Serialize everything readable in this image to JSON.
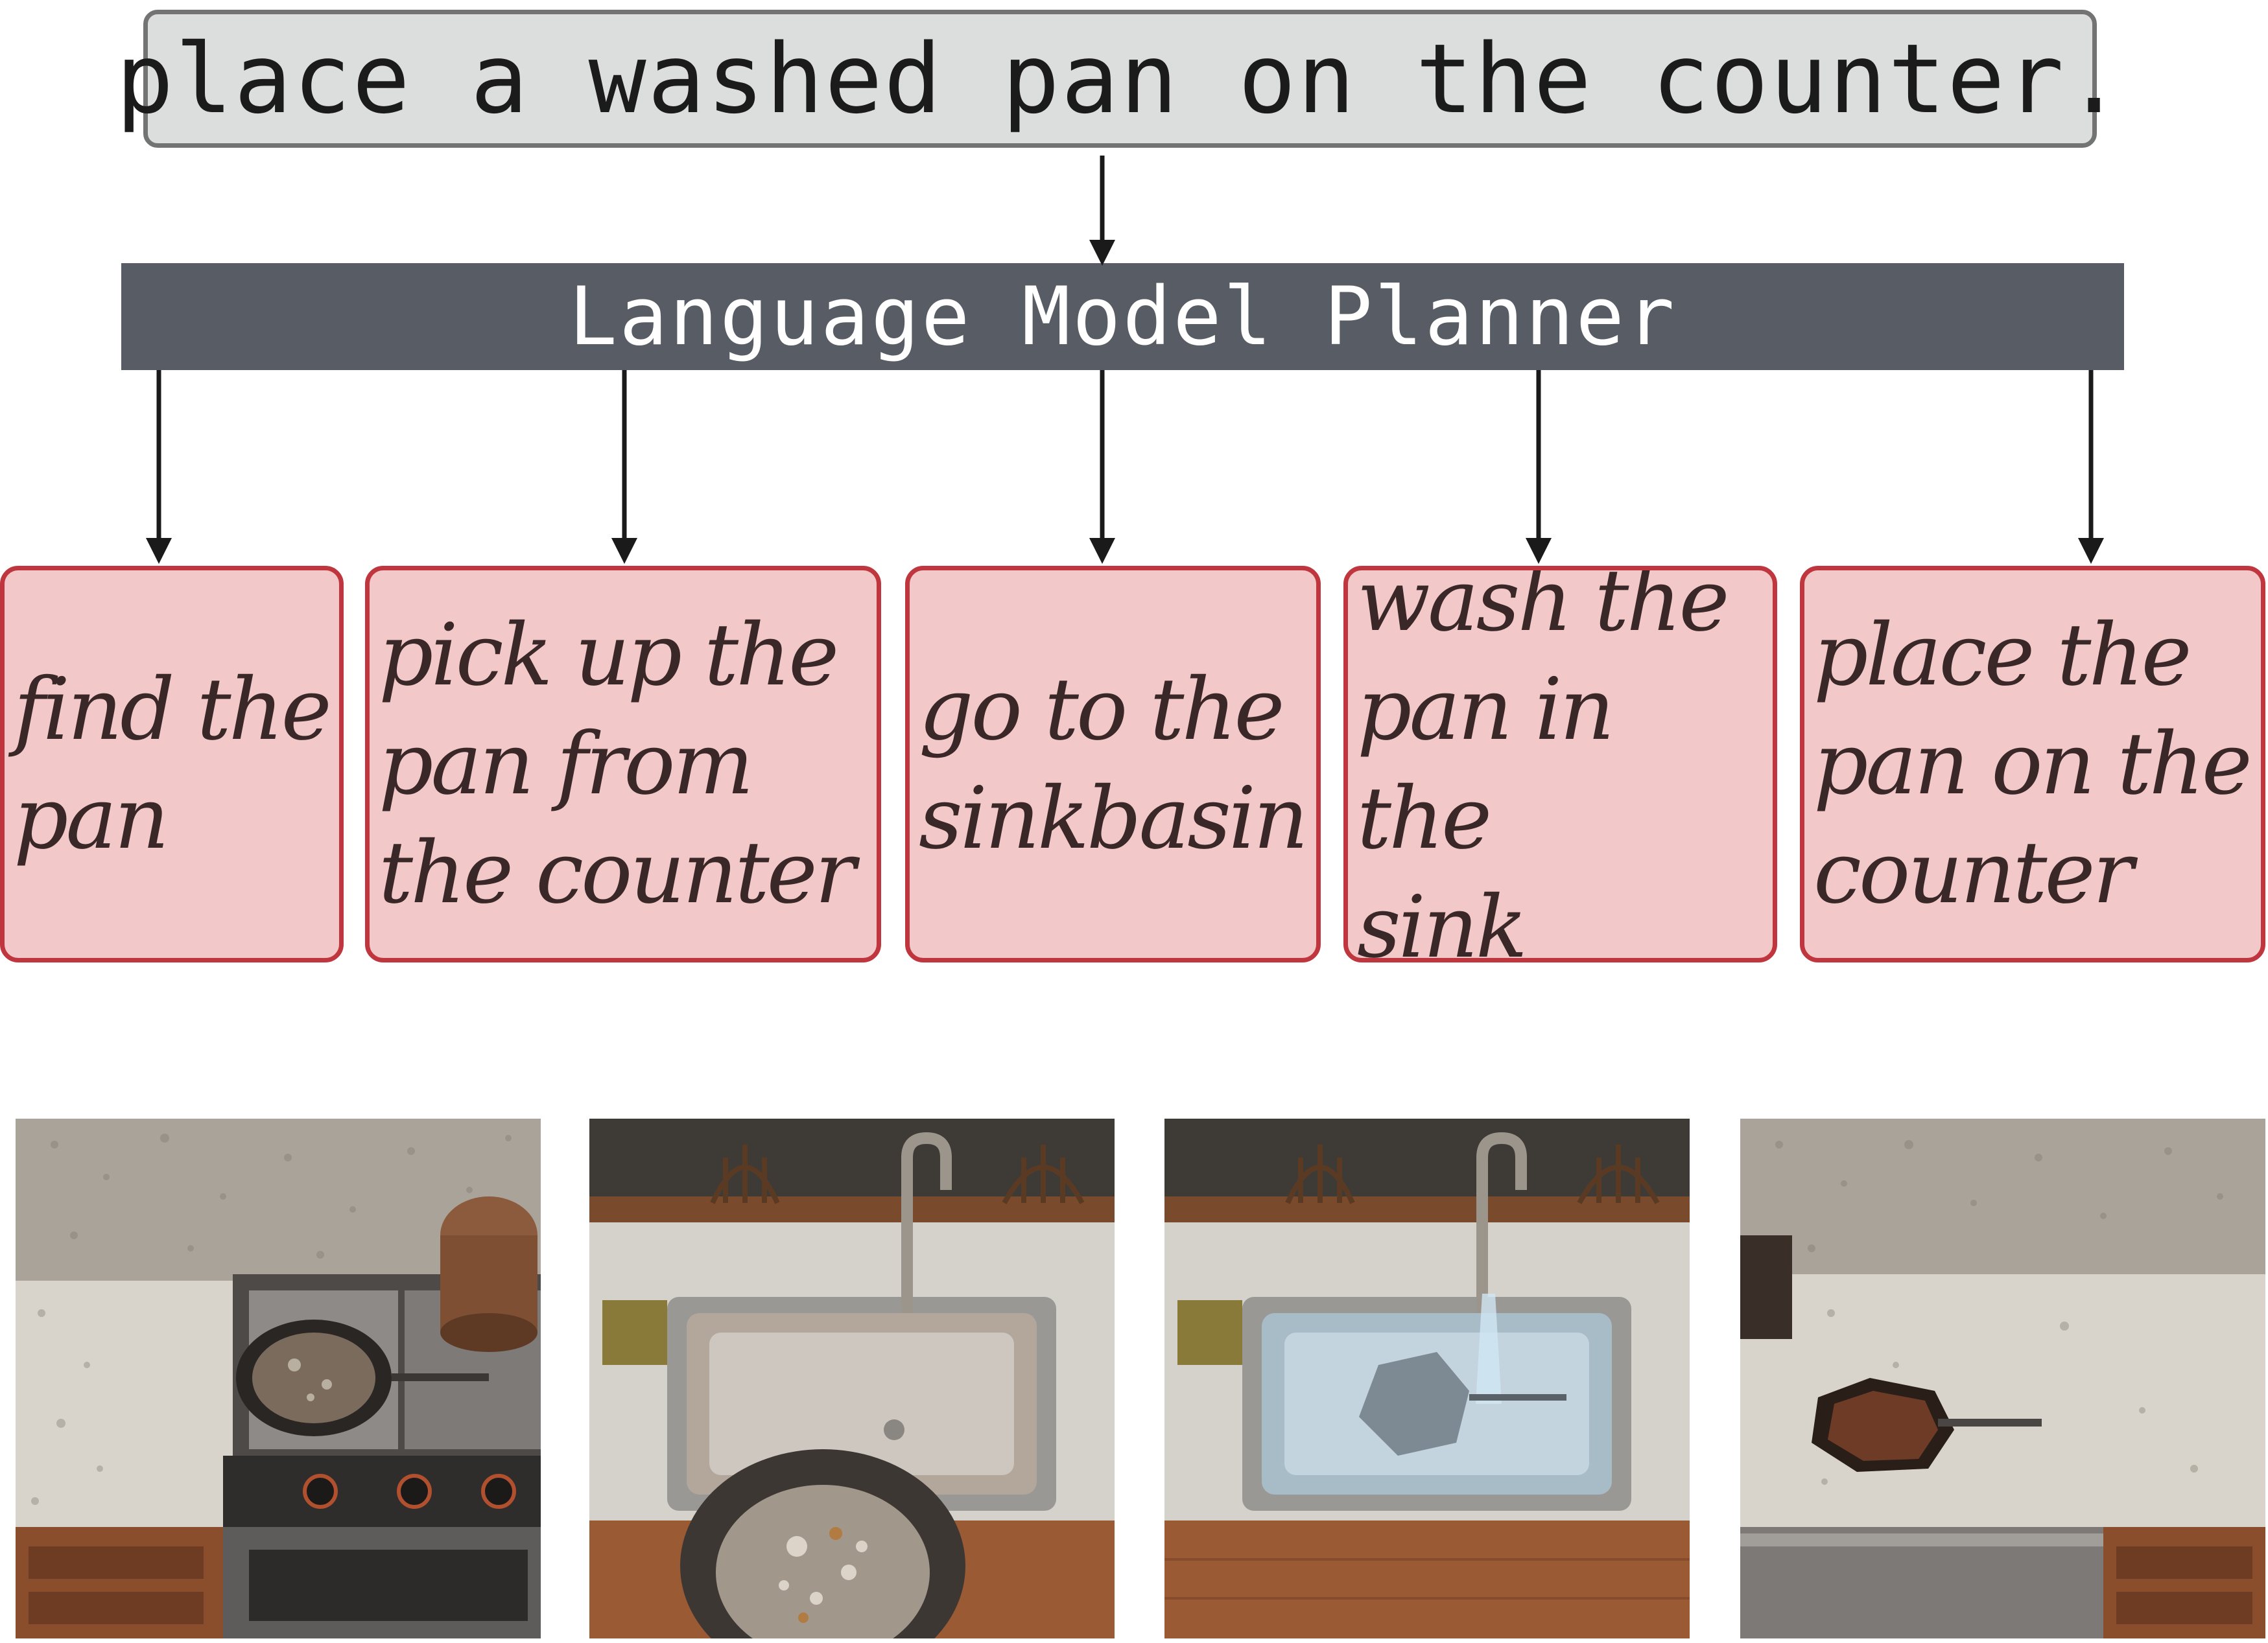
{
  "instruction": {
    "text": "place a washed pan on the counter."
  },
  "planner": {
    "label": "Language Model Planner"
  },
  "steps": [
    {
      "text": "find the\npan"
    },
    {
      "text": "pick up the\npan from\nthe counter"
    },
    {
      "text": "go to the\nsinkbasin"
    },
    {
      "text": "wash the\npan in the\nsink"
    },
    {
      "text": "place the\npan on the\ncounter"
    }
  ],
  "frames": [
    {
      "scene": "stove-with-pan"
    },
    {
      "scene": "holding-pan-over-sink"
    },
    {
      "scene": "pan-in-filled-sink"
    },
    {
      "scene": "pan-on-counter"
    }
  ],
  "colors": {
    "instruction_fill": "#dcdedd",
    "instruction_border": "#737373",
    "planner_fill": "#585c64",
    "step_fill": "#f3c8c9",
    "step_border": "#c0363e",
    "arrow": "#1a1a1a"
  }
}
